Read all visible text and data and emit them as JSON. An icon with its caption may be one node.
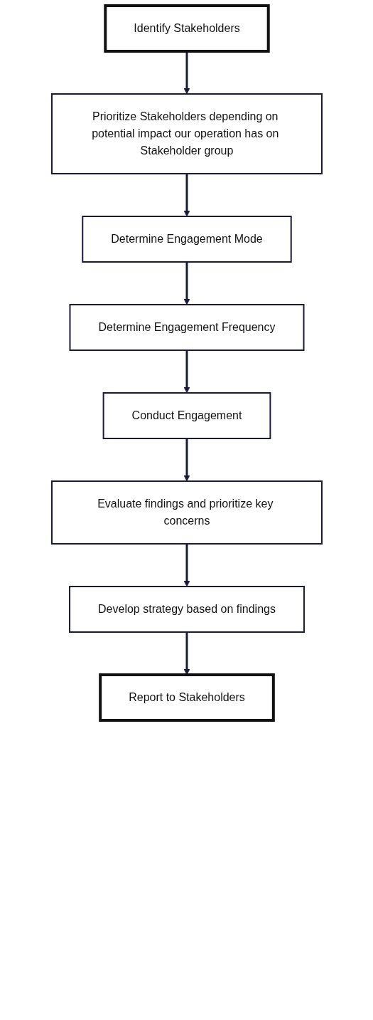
{
  "diagram": {
    "nodes": [
      {
        "text": [
          "Identify Stakeholders"
        ]
      },
      {
        "text": [
          "Prioritize Stakeholders depending on potential impact our operation has on Stakeholder group"
        ]
      },
      {
        "text": [
          "Determine Engagement Mode"
        ]
      },
      {
        "text": [
          "Determine Engagement Frequency"
        ]
      },
      {
        "text": [
          "Conduct Engagement"
        ]
      },
      {
        "text": [
          "Evaluate findings and prioritize key concerns"
        ]
      },
      {
        "text": [
          "Develop strategy based on findings"
        ]
      },
      {
        "text": [
          "Report to Stakeholders"
        ]
      }
    ],
    "edges": [
      {
        "from": 0,
        "to": 1,
        "arrow": "to"
      },
      {
        "from": 1,
        "to": 2,
        "arrow": "to"
      },
      {
        "from": 2,
        "to": 3,
        "arrow": "to"
      },
      {
        "from": 3,
        "to": 4,
        "arrow": "to"
      },
      {
        "from": 4,
        "to": 5,
        "arrow": "to"
      },
      {
        "from": 5,
        "to": 6,
        "arrow": "to"
      },
      {
        "from": 6,
        "to": 7,
        "arrow": "to"
      }
    ]
  }
}
